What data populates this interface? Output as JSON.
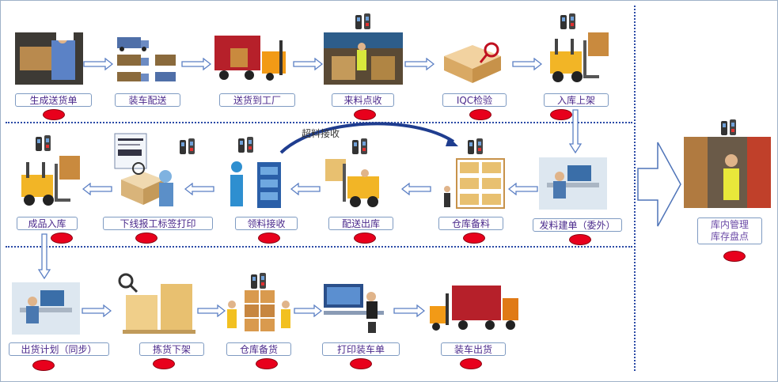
{
  "rows": [
    {
      "steps": [
        {
          "label": "生成送货单",
          "scanner": false,
          "pic": "print-label"
        },
        {
          "label": "装车配送",
          "scanner": false,
          "pic": "trucks"
        },
        {
          "label": "送货到工厂",
          "scanner": false,
          "pic": "truck-forklift"
        },
        {
          "label": "来料点收",
          "scanner": true,
          "pic": "workers-boxes"
        },
        {
          "label": "IQC检验",
          "scanner": false,
          "pic": "box-inspect"
        },
        {
          "label": "入库上架",
          "scanner": true,
          "pic": "forklift-shelf"
        }
      ]
    },
    {
      "steps": [
        {
          "label": "成品入库",
          "scanner": true,
          "pic": "forklift-shelf"
        },
        {
          "label": "下线报工标签打印",
          "scanner": true,
          "pic": "label-print"
        },
        {
          "label": "领料接收",
          "scanner": true,
          "pic": "worker-cabinet"
        },
        {
          "label": "配送出库",
          "scanner": true,
          "pic": "forklift-box"
        },
        {
          "label": "仓库备料",
          "scanner": true,
          "pic": "shelf-boxes"
        },
        {
          "label": "发料建单（委外）",
          "scanner": false,
          "pic": "office-desk"
        }
      ]
    },
    {
      "steps": [
        {
          "label": "出货计划（同步）",
          "scanner": false,
          "pic": "office-desk"
        },
        {
          "label": "拣货下架",
          "scanner": false,
          "pic": "pallet-boxes"
        },
        {
          "label": "仓库备货",
          "scanner": true,
          "pic": "workers-stack"
        },
        {
          "label": "打印装车单",
          "scanner": false,
          "pic": "computer-desk"
        },
        {
          "label": "装车出货",
          "scanner": false,
          "pic": "truck-forklift"
        }
      ]
    }
  ],
  "curve_label": "超料接收",
  "summary": {
    "lines": [
      "库内管理",
      "库存盘点"
    ],
    "scanner": true
  },
  "colors": {
    "divider": "#2b4aa6",
    "arrow": "#5b7fc4",
    "dot": "#e8001c",
    "label_text": "#4b2a8c",
    "label_border": "#7f9bc2"
  }
}
